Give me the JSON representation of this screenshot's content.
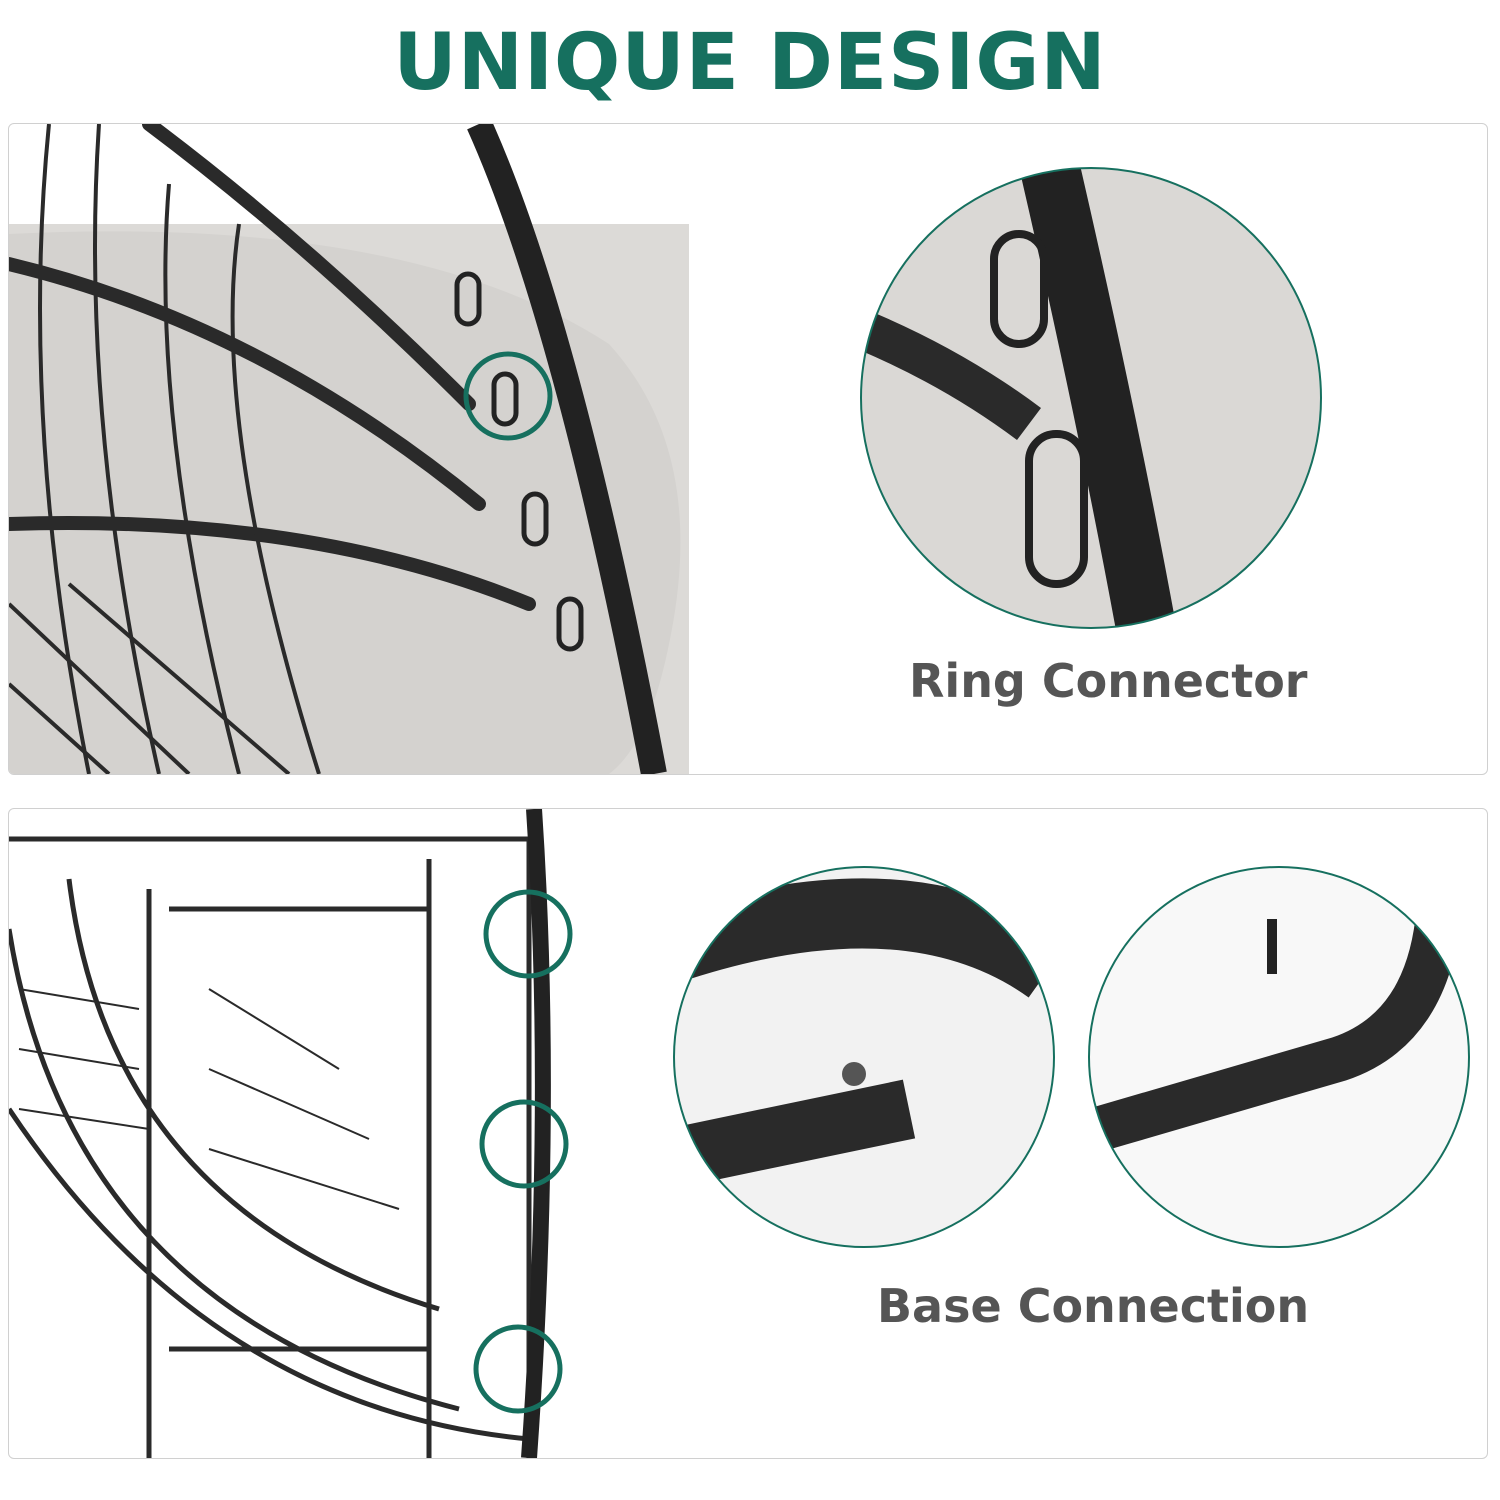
{
  "title": "UNIQUE DESIGN",
  "panels": [
    {
      "caption": "Ring Connector"
    },
    {
      "caption": "Base Connection"
    }
  ],
  "colors": {
    "accent": "#16705f",
    "caption": "#555555",
    "frame": "#2b2b2b",
    "cushion": "#d9d7d4"
  }
}
